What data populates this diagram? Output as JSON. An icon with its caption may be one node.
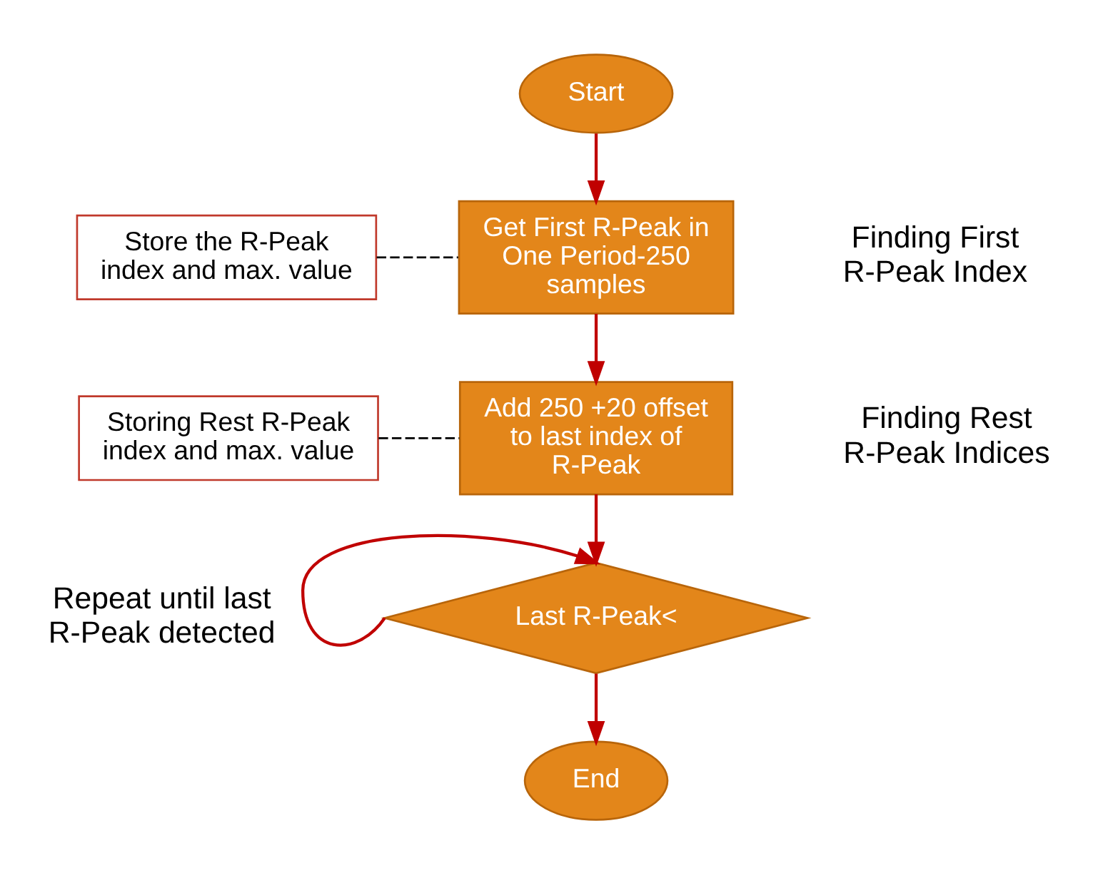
{
  "diagram": {
    "nodes": [
      {
        "text": [
          "Start"
        ]
      },
      {
        "text": [
          "Store the R-Peak index and max. value"
        ]
      },
      {
        "text": [
          "Get First R-Peak in One Period-250 samples"
        ]
      },
      {
        "text": [
          "Storing Rest R-Peak index and max. value"
        ]
      },
      {
        "text": [
          "Add 250 +20 offset to last index of R-Peak"
        ]
      },
      {
        "text": [
          "Last R-Peak<"
        ]
      },
      {
        "text": [
          "End"
        ]
      }
    ],
    "edges": [
      {
        "from": 0,
        "to": 2,
        "arrow": "to"
      },
      {
        "from": 1,
        "to": 2,
        "arrow": "none",
        "style": "dashed",
        "color": "#000000"
      },
      {
        "from": 2,
        "to": 4,
        "arrow": "to"
      },
      {
        "from": 3,
        "to": 4,
        "arrow": "none",
        "style": "dashed",
        "color": "#000000"
      },
      {
        "from": 4,
        "to": 5,
        "arrow": "to"
      },
      {
        "from": 5,
        "to": 5,
        "arrow": "to"
      },
      {
        "from": 5,
        "to": 6,
        "arrow": "to"
      }
    ],
    "labels": [
      "Finding First R-Peak Index",
      "Finding Rest R-Peak Indices",
      "Repeat until last R-Peak detected"
    ]
  }
}
